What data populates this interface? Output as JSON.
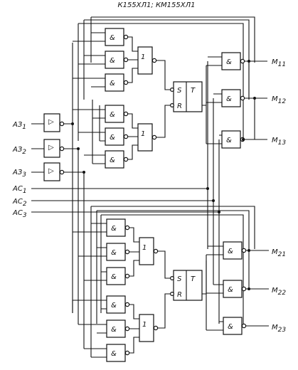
{
  "title": "К155ХЛ1; КМ155ХЛ1",
  "gate_labels": {
    "nand": "&",
    "or": "1",
    "trigger": "T",
    "set": "S",
    "reset": "R",
    "buffer": "▷"
  },
  "inputs": [
    {
      "main": "АЗ",
      "sub": "1"
    },
    {
      "main": "АЗ",
      "sub": "2"
    },
    {
      "main": "АЗ",
      "sub": "3"
    },
    {
      "main": "АС",
      "sub": "1"
    },
    {
      "main": "АС",
      "sub": "2"
    },
    {
      "main": "АС",
      "sub": "3"
    }
  ],
  "outputs": [
    {
      "main": "М",
      "sub": "11"
    },
    {
      "main": "М",
      "sub": "12"
    },
    {
      "main": "М",
      "sub": "13"
    },
    {
      "main": "М",
      "sub": "21"
    },
    {
      "main": "М",
      "sub": "22"
    },
    {
      "main": "М",
      "sub": "23"
    }
  ],
  "colors": {
    "line": "#111111",
    "background": "#ffffff"
  }
}
